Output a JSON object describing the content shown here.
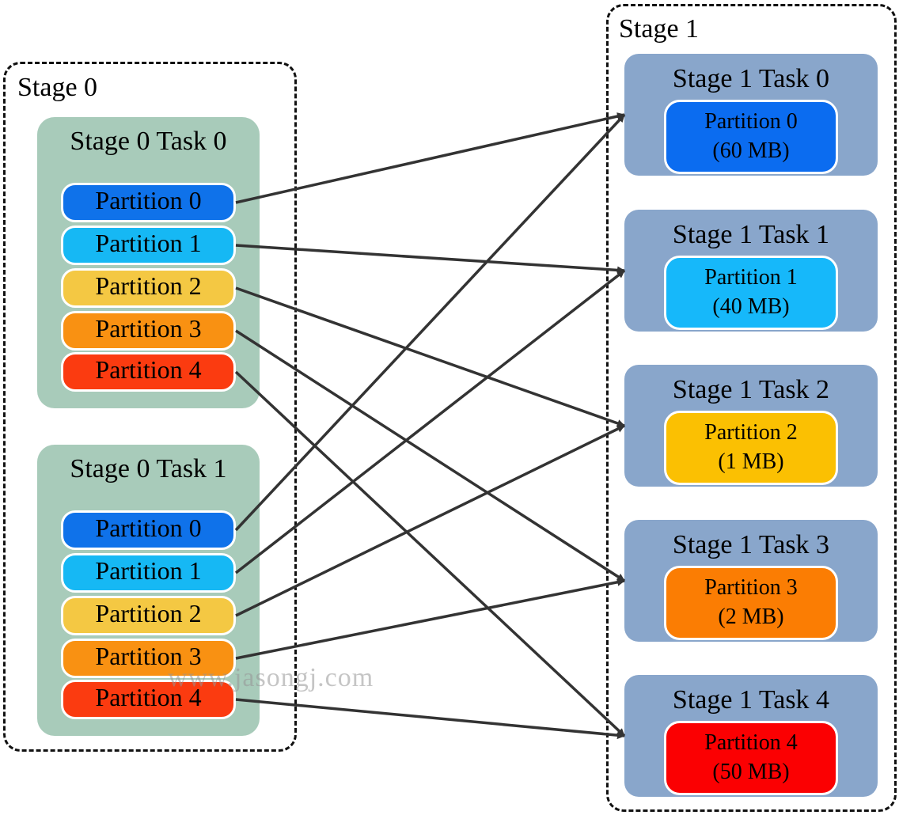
{
  "stage0": {
    "title": "Stage 0",
    "tasks": [
      {
        "title": "Stage 0 Task 0",
        "partitions": [
          "Partition 0",
          "Partition 1",
          "Partition 2",
          "Partition 3",
          "Partition 4"
        ]
      },
      {
        "title": "Stage 0 Task 1",
        "partitions": [
          "Partition 0",
          "Partition 1",
          "Partition 2",
          "Partition 3",
          "Partition 4"
        ]
      }
    ]
  },
  "stage1": {
    "title": "Stage 1",
    "tasks": [
      {
        "title": "Stage 1 Task 0",
        "partition": "Partition 0",
        "size": "(60 MB)"
      },
      {
        "title": "Stage 1 Task 1",
        "partition": "Partition 1",
        "size": "(40 MB)"
      },
      {
        "title": "Stage 1 Task 2",
        "partition": "Partition 2",
        "size": "(1 MB)"
      },
      {
        "title": "Stage 1 Task 3",
        "partition": "Partition 3",
        "size": "(2 MB)"
      },
      {
        "title": "Stage 1 Task 4",
        "partition": "Partition 4",
        "size": "(50 MB)"
      }
    ]
  },
  "colors": {
    "partition_in": [
      "#0f72ea",
      "#16b8f4",
      "#f4c843",
      "#f99112",
      "#fb3b10"
    ],
    "partition_out": [
      "#0b6cf0",
      "#16b8fa",
      "#fbc002",
      "#fb7d03",
      "#fb0002"
    ],
    "task0_bg": "#a8cbba",
    "task1_bg": "#89a6cb",
    "arrow": "#333333"
  },
  "edges": [
    {
      "from_task": 0,
      "from_partition": 0,
      "to_task": 0
    },
    {
      "from_task": 0,
      "from_partition": 1,
      "to_task": 1
    },
    {
      "from_task": 0,
      "from_partition": 2,
      "to_task": 2
    },
    {
      "from_task": 0,
      "from_partition": 3,
      "to_task": 3
    },
    {
      "from_task": 0,
      "from_partition": 4,
      "to_task": 4
    },
    {
      "from_task": 1,
      "from_partition": 0,
      "to_task": 0
    },
    {
      "from_task": 1,
      "from_partition": 1,
      "to_task": 1
    },
    {
      "from_task": 1,
      "from_partition": 2,
      "to_task": 2
    },
    {
      "from_task": 1,
      "from_partition": 3,
      "to_task": 3
    },
    {
      "from_task": 1,
      "from_partition": 4,
      "to_task": 4
    }
  ],
  "watermark": "www.jasongj.com"
}
